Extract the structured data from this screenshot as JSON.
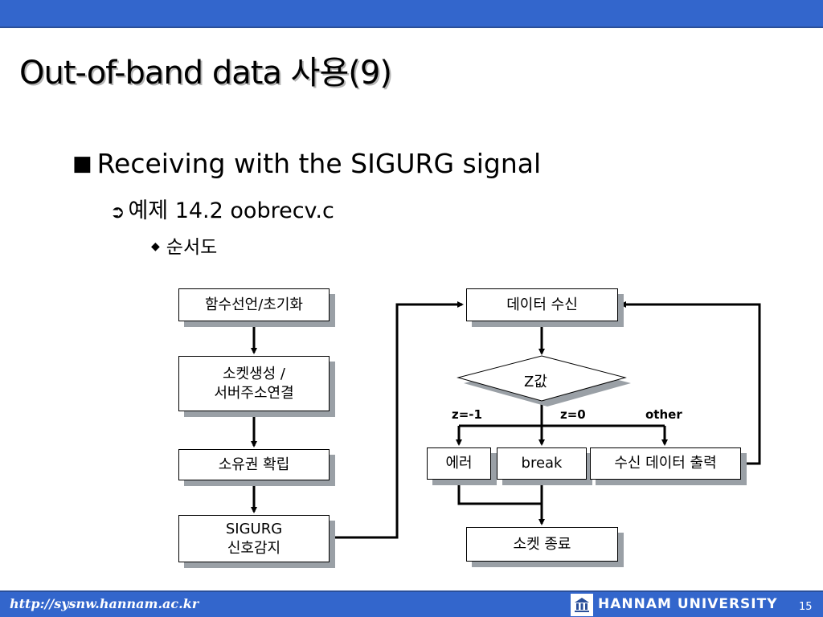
{
  "title": "Out-of-band data 사용(9)",
  "bullets": {
    "level1": {
      "marker": "■",
      "text": "Receiving with the SIGURG signal"
    },
    "level2": {
      "marker": "➲",
      "text": "예제 14.2 oobrecv.c"
    },
    "level3": {
      "marker": "◆",
      "text": "순서도"
    }
  },
  "flowchart": {
    "func_init": "함수선언/초기화",
    "socket_create_line1": "소켓생성 /",
    "socket_create_line2": "서버주소연결",
    "owner_set": "소유권 확립",
    "sigurg_line1": "SIGURG",
    "sigurg_line2": "신호감지",
    "recv_data": "데이터 수신",
    "z_decision": "Z값",
    "edge_error": "z=-1",
    "edge_break": "z=0",
    "edge_other": "other",
    "error": "에러",
    "break": "break",
    "print_data": "수신 데이터 출력",
    "socket_close": "소켓 종료"
  },
  "footer": {
    "url": "http://sysnw.hannam.ac.kr",
    "university": "HANNAM  UNIVERSITY",
    "page_number": "15"
  },
  "colors": {
    "bar": "#3366cc",
    "shadow": "#9aa0a6"
  },
  "icons": {
    "logo": "hannam-university-logo-icon"
  }
}
